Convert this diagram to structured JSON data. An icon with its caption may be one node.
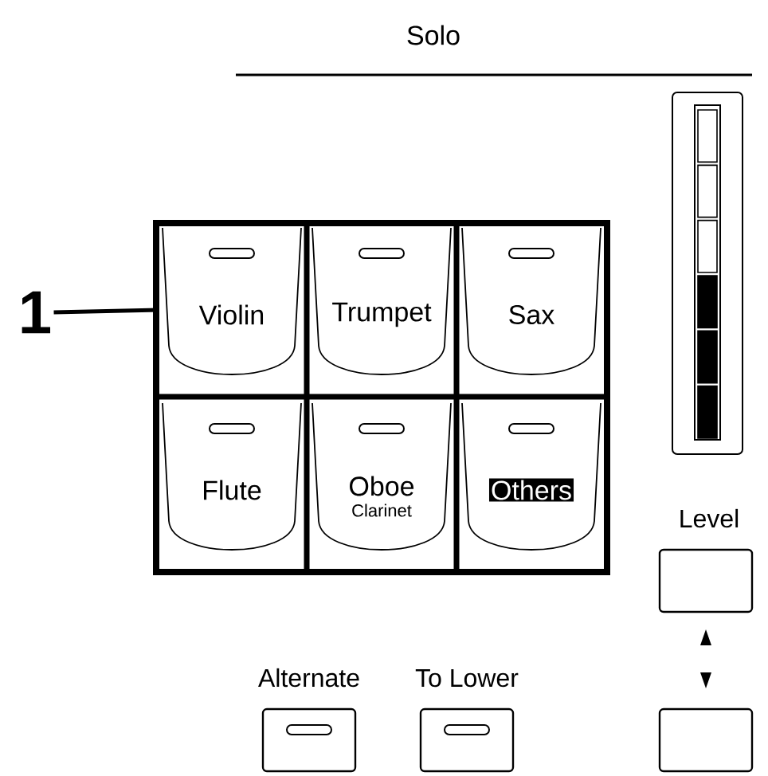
{
  "diagram": {
    "nodes": [
      {
        "text": [
          "1"
        ]
      },
      {
        "text": [
          "Violin"
        ]
      },
      {
        "text": [
          "Trumpet"
        ]
      },
      {
        "text": [
          "Sax"
        ]
      },
      {
        "text": [
          "Flute"
        ]
      },
      {
        "text": [
          "Oboe",
          "Clarinet"
        ]
      },
      {
        "text": [
          "Others"
        ]
      },
      {
        "text": [
          "Alternate"
        ]
      },
      {
        "text": [
          "To Lower"
        ]
      },
      {
        "text": [
          "Level"
        ]
      },
      {
        "text": [],
        "shape": "box"
      }
    ],
    "edges": [
      {
        "from": 0,
        "to": 1,
        "arrow": "none"
      }
    ],
    "labels": [
      "Solo"
    ]
  }
}
